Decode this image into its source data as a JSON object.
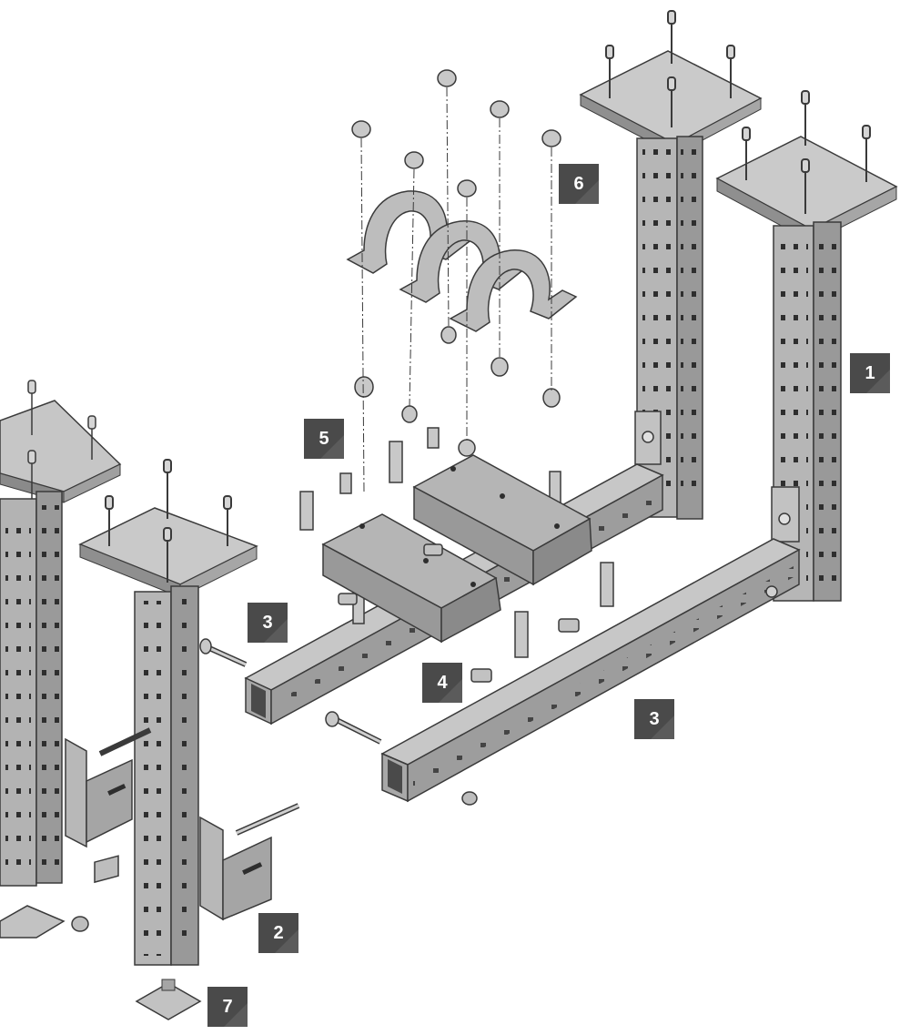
{
  "diagram": {
    "colors": {
      "metal_light": "#c9c9c9",
      "metal_mid": "#a9a9a9",
      "metal_dark": "#7d7d7d",
      "edge": "#3a3a3a",
      "slot": "#2e2e2e",
      "callout_bg": "#4a4a4a",
      "callout_text": "#ffffff"
    },
    "callouts": [
      {
        "label": "1"
      },
      {
        "label": "2"
      },
      {
        "label": "3"
      },
      {
        "label": "3"
      },
      {
        "label": "4"
      },
      {
        "label": "5"
      },
      {
        "label": "6"
      },
      {
        "label": "7"
      }
    ]
  }
}
